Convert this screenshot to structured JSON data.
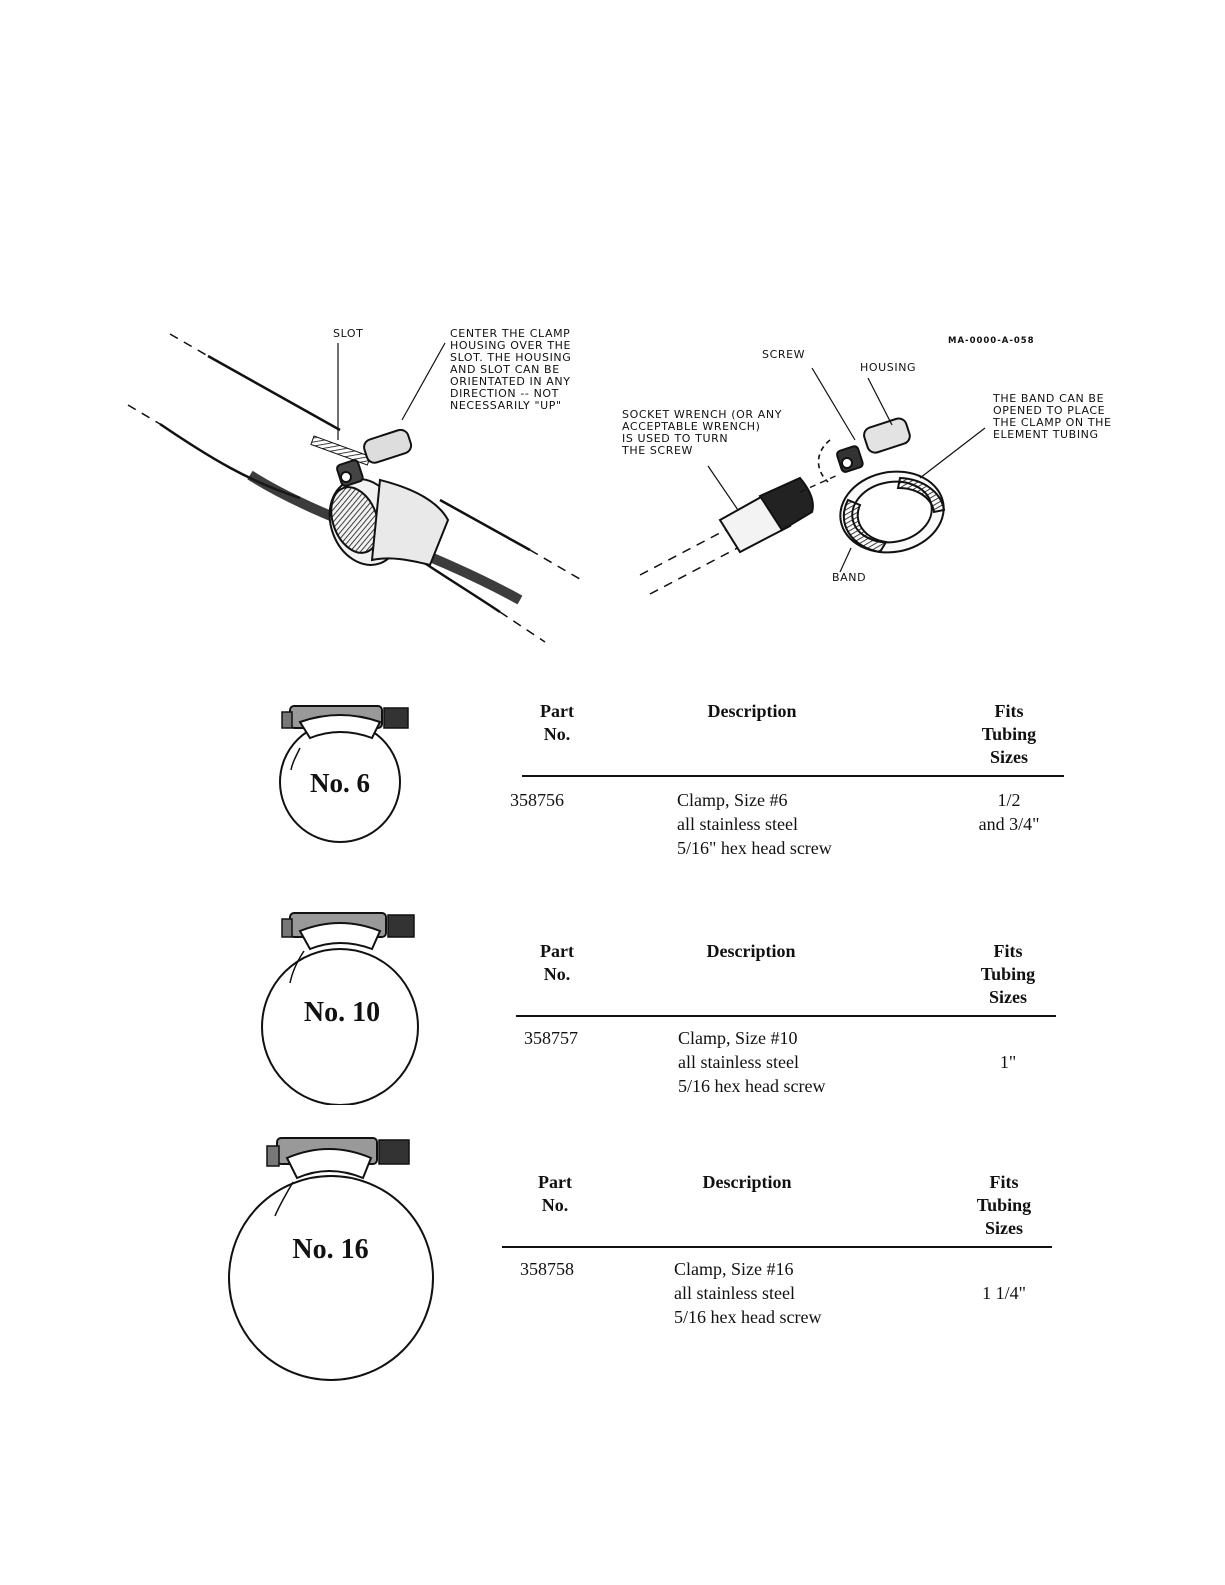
{
  "diagram": {
    "drawing_id": "MA-0000-A-058",
    "labels": {
      "slot": "SLOT",
      "center_note": "CENTER THE CLAMP\nHOUSING OVER THE\nSLOT. THE HOUSING\nAND SLOT CAN BE\nORIENTATED IN ANY\nDIRECTION -- NOT\nNECESSARILY \"UP\"",
      "screw": "SCREW",
      "housing": "HOUSING",
      "socket_note": "SOCKET WRENCH (OR ANY\nACCEPTABLE WRENCH)\nIS USED TO TURN\nTHE SCREW",
      "band_note": "THE BAND CAN BE\nOPENED TO PLACE\nTHE CLAMP ON THE\nELEMENT TUBING",
      "band": "BAND"
    }
  },
  "clamps": [
    {
      "size_label": "No. 6",
      "headers": {
        "part": [
          "Part",
          "No."
        ],
        "description": [
          "Description"
        ],
        "fits": [
          "Fits",
          "Tubing",
          "Sizes"
        ]
      },
      "part_no": "358756",
      "description": [
        "Clamp, Size #6",
        "all stainless steel",
        "5/16\" hex head screw"
      ],
      "fits": [
        "1/2",
        "and 3/4\""
      ]
    },
    {
      "size_label": "No. 10",
      "headers": {
        "part": [
          "Part",
          "No."
        ],
        "description": [
          "Description"
        ],
        "fits": [
          "Fits",
          "Tubing",
          "Sizes"
        ]
      },
      "part_no": "358757",
      "description": [
        "Clamp, Size #10",
        "all stainless steel",
        "5/16 hex head screw"
      ],
      "fits": [
        "1\""
      ]
    },
    {
      "size_label": "No. 16",
      "headers": {
        "part": [
          "Part",
          "No."
        ],
        "description": [
          "Description"
        ],
        "fits": [
          "Fits",
          "Tubing",
          "Sizes"
        ]
      },
      "part_no": "358758",
      "description": [
        "Clamp, Size #16",
        "all stainless steel",
        "5/16 hex head screw"
      ],
      "fits": [
        "1 1/4\""
      ]
    }
  ]
}
